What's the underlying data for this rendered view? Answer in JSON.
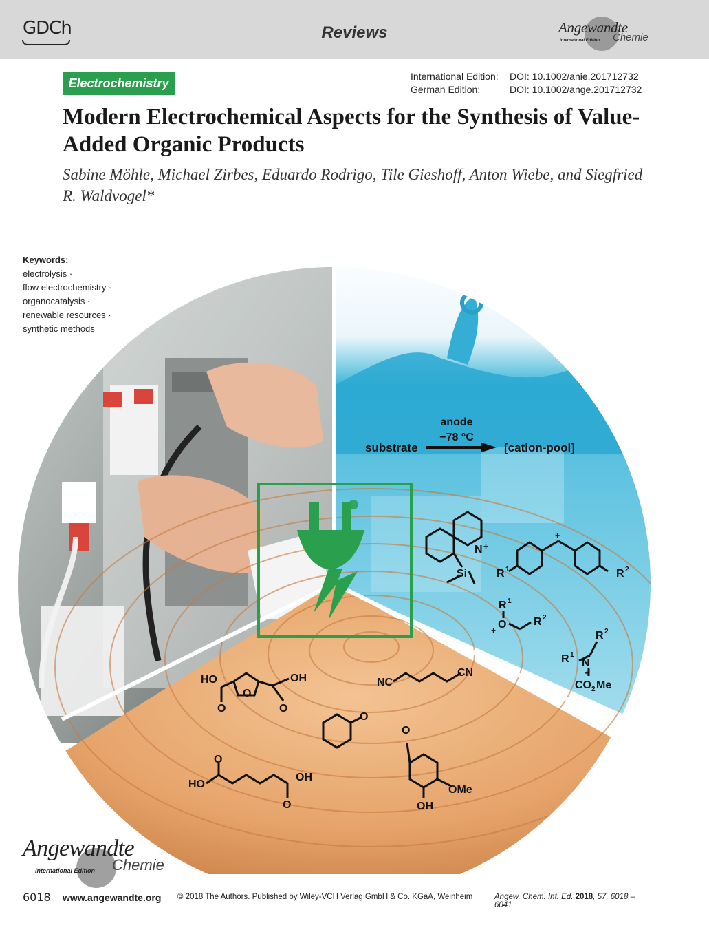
{
  "header": {
    "publisher_logo": "GDCh",
    "section": "Reviews",
    "journal_logo": {
      "name": "Angewandte",
      "sub": "Chemie",
      "edition": "International Edition"
    }
  },
  "tag": "Electrochemistry",
  "doi": [
    {
      "label": "International Edition:",
      "value": "DOI: 10.1002/anie.201712732"
    },
    {
      "label": "German Edition:",
      "value": "DOI: 10.1002/ange.201712732"
    }
  ],
  "title": "Modern Electrochemical Aspects for the Synthesis of Value-Added Organic Products",
  "authors": "Sabine Möhle, Michael Zirbes, Eduardo Rodrigo, Tile Gieshoff, Anton Wiebe, and Siegfried R. Waldvogel*",
  "keywords": {
    "title": "Keywords:",
    "items": [
      "electrolysis ·",
      "flow electrochemistry ·",
      "organocatalysis ·",
      "renewable resources ·",
      "synthetic methods"
    ]
  },
  "artwork": {
    "scheme": {
      "top": "anode",
      "temp": "−78 °C",
      "left": "substrate",
      "right": "[cation-pool]"
    },
    "labels": {
      "n_plus": "N",
      "plus": "+",
      "si": "Si",
      "r1": "R",
      "r2": "R",
      "sup1": "1",
      "sup2": "2",
      "o_plus": "O",
      "co2me": "CO",
      "me": "Me",
      "sub2": "2",
      "ho": "HO",
      "oh": "OH",
      "o": "O",
      "nc": "NC",
      "cn": "CN",
      "ome": "OMe"
    }
  },
  "footer_logo": {
    "name": "Angewandte",
    "sub": "Chemie",
    "edition": "International Edition"
  },
  "footer": {
    "page": "6018",
    "site": "www.angewandte.org",
    "copyright": "© 2018 The Authors. Published by Wiley-VCH Verlag GmbH & Co. KGaA, Weinheim",
    "journal": "Angew. Chem. Int. Ed.",
    "year": "2018",
    "citation_rest": ", 57, 6018 – 6041"
  }
}
